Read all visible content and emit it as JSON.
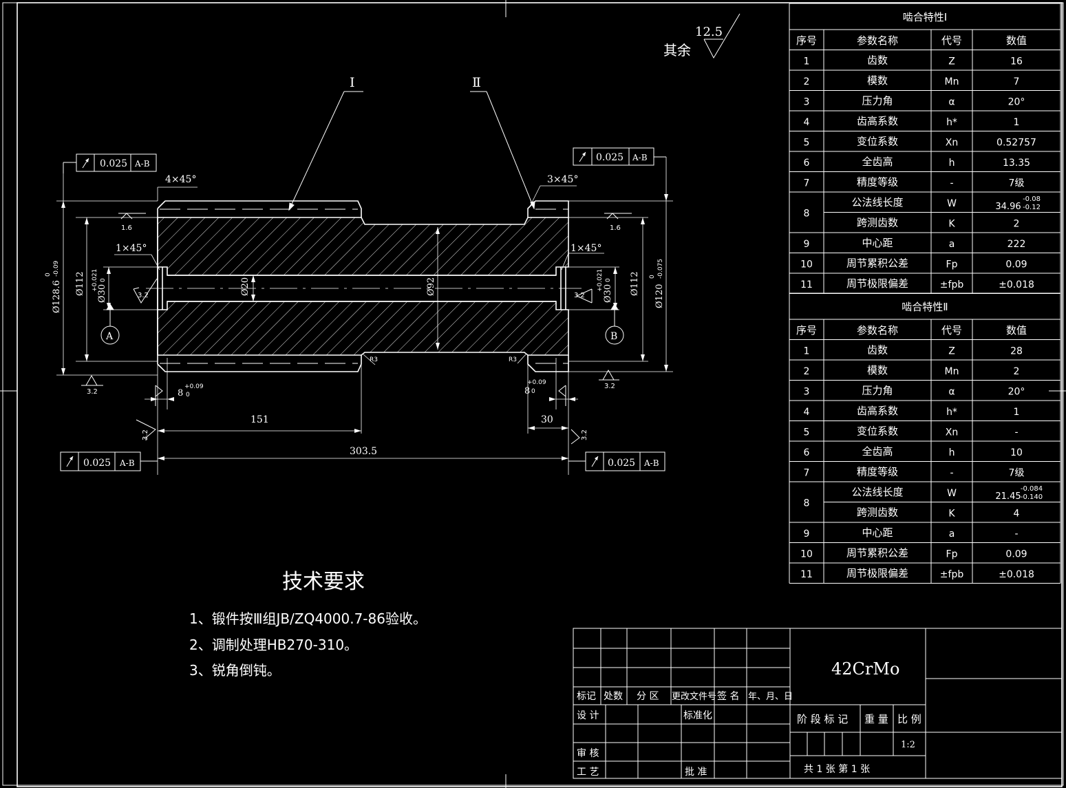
{
  "drawing": {
    "roughness_other_label": "其余",
    "roughness_other_value": "12.5",
    "callout_1": "Ⅰ",
    "callout_2": "Ⅱ",
    "datum_a": "A",
    "datum_b": "B"
  },
  "annotations": {
    "runout_value": "0.025",
    "runout_datum": "A-B",
    "chamfer_left": "4×45°",
    "chamfer_right": "3×45°",
    "chamfer_small_left": "1×45°",
    "chamfer_small_right": "1×45°",
    "roughness_16": "1.6",
    "roughness_32": "3.2",
    "radius_r3": "R3"
  },
  "dimensions": {
    "d128": "Ø128.6",
    "d128_tol_up": "0",
    "d128_tol_low": "-0.09",
    "d112_left": "Ø112",
    "d112_right": "Ø112",
    "d30_left": "Ø30",
    "d30_right": "Ø30",
    "d30_tol_up": "+0.021",
    "d30_tol_low": "0",
    "d20": "Ø20",
    "d92": "Ø92",
    "d120": "Ø120",
    "d120_tol_up": "0",
    "d120_tol_low": "-0.075",
    "len_8": "8",
    "len_8_tol_up": "+0.09",
    "len_8_tol_low": "0",
    "len_151": "151",
    "len_30": "30",
    "len_total": "303.5"
  },
  "tech": {
    "title": "技术要求",
    "items": [
      "1、锻件按Ⅲ组JB/ZQ4000.7-86验收。",
      "2、调制处理HB270-310。",
      "3、锐角倒钝。"
    ]
  },
  "mesh_tables": [
    {
      "title": "啮合特性Ⅰ",
      "headers": [
        "序号",
        "参数名称",
        "代号",
        "数值"
      ],
      "rows": [
        [
          "1",
          "齿数",
          "Z",
          "16"
        ],
        [
          "2",
          "模数",
          "Mn",
          "7"
        ],
        [
          "3",
          "压力角",
          "α",
          "20°"
        ],
        [
          "4",
          "齿高系数",
          "h*",
          "1"
        ],
        [
          "5",
          "变位系数",
          "Xn",
          "0.52757"
        ],
        [
          "6",
          "全齿高",
          "h",
          "13.35"
        ],
        [
          "7",
          "精度等级",
          "-",
          "7级"
        ],
        [
          "8",
          "公法线长度",
          "W",
          "34.96"
        ],
        [
          "8",
          "跨测齿数",
          "K",
          "2"
        ],
        [
          "9",
          "中心距",
          "a",
          "222"
        ],
        [
          "10",
          "周节累积公差",
          "Fp",
          "0.09"
        ],
        [
          "11",
          "周节极限偏差",
          "±fpb",
          "±0.018"
        ]
      ],
      "w_tol_up": "-0.08",
      "w_tol_low": "-0.12"
    },
    {
      "title": "啮合特性Ⅱ",
      "headers": [
        "序号",
        "参数名称",
        "代号",
        "数值"
      ],
      "rows": [
        [
          "1",
          "齿数",
          "Z",
          "28"
        ],
        [
          "2",
          "模数",
          "Mn",
          "2"
        ],
        [
          "3",
          "压力角",
          "α",
          "20°"
        ],
        [
          "4",
          "齿高系数",
          "h*",
          "1"
        ],
        [
          "5",
          "变位系数",
          "Xn",
          "-"
        ],
        [
          "6",
          "全齿高",
          "h",
          "10"
        ],
        [
          "7",
          "精度等级",
          "-",
          "7级"
        ],
        [
          "8",
          "公法线长度",
          "W",
          "21.45"
        ],
        [
          "8",
          "跨测齿数",
          "K",
          "4"
        ],
        [
          "9",
          "中心距",
          "a",
          "-"
        ],
        [
          "10",
          "周节累积公差",
          "Fp",
          "0.09"
        ],
        [
          "11",
          "周节极限偏差",
          "±fpb",
          "±0.018"
        ]
      ],
      "w_tol_up": "-0.084",
      "w_tol_low": "-0.140"
    }
  ],
  "title_block": {
    "material": "42CrMo",
    "h_mark": "标记",
    "h_count": "处数",
    "h_zone": "分 区",
    "h_docno": "更改文件号",
    "h_sign": "签 名",
    "h_date": "年、月、日",
    "design": "设 计",
    "standard": "标准化",
    "review": "审 核",
    "process": "工 艺",
    "approve": "批 准",
    "stage": "阶 段 标 记",
    "weight": "重 量",
    "scale_label": "比 例",
    "scale": "1:2",
    "sheets": "共 1 张 第 1 张"
  }
}
